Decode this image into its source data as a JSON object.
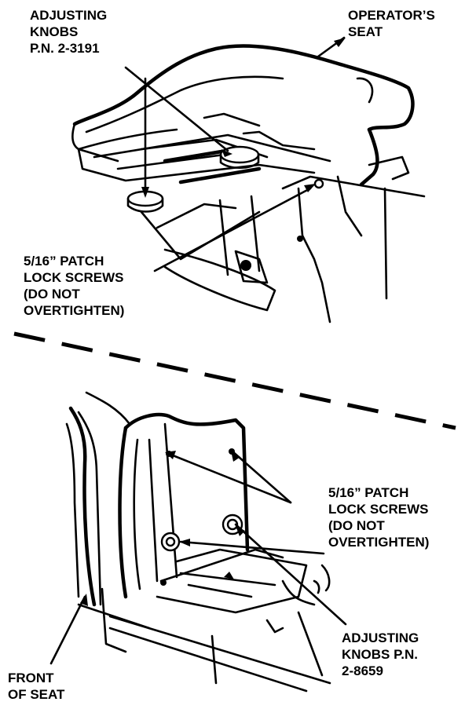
{
  "labels": {
    "top_adjusting_knobs": "ADJUSTING\nKNOBS\nP.N. 2-3191",
    "operators_seat": "OPERATOR’S\nSEAT",
    "top_patch_screws": "5/16” PATCH\nLOCK SCREWS\n(DO NOT\nOVERTIGHTEN)",
    "bottom_patch_screws": "5/16” PATCH\nLOCK SCREWS\n(DO NOT\nOVERTIGHTEN)",
    "bottom_adjusting_knobs": "ADJUSTING\nKNOBS P.N.\n2-8659",
    "front_of_seat": "FRONT\nOF SEAT"
  }
}
